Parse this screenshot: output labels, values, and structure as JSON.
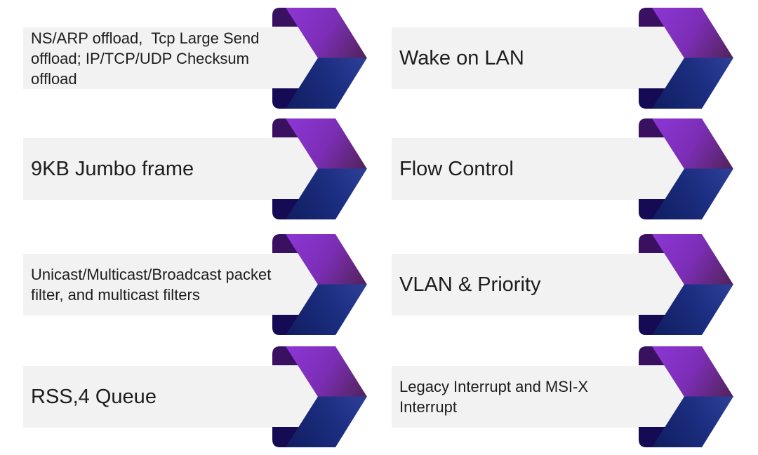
{
  "slide": {
    "background": "#ffffff",
    "bar_color": "#f2f2f2",
    "text_color": "#1d1d1d"
  },
  "arrow_icon": {
    "name": "chevron-ribbon-arrow",
    "fold_top_color": "#3a1160",
    "fold_bottom_color": "#150b55",
    "purple_gradient": [
      "#8d36d6",
      "#7c2eb6",
      "#512257"
    ],
    "navy_gradient": [
      "#101d60",
      "#1b2d7f",
      "#2e3f99"
    ]
  },
  "items": [
    {
      "label": "NS/ARP offload,  Tcp Large Send offload; IP/TCP/UDP Checksum offload",
      "column": "left",
      "row": 1
    },
    {
      "label": "Wake on LAN",
      "column": "right",
      "row": 1
    },
    {
      "label": "9KB Jumbo frame",
      "column": "left",
      "row": 2
    },
    {
      "label": "Flow Control",
      "column": "right",
      "row": 2
    },
    {
      "label": "Unicast/Multicast/Broadcast packet filter, and multicast filters",
      "column": "left",
      "row": 3
    },
    {
      "label": "VLAN & Priority",
      "column": "right",
      "row": 3
    },
    {
      "label": "RSS,4 Queue",
      "column": "left",
      "row": 4
    },
    {
      "label": "Legacy Interrupt and MSI-X Interrupt",
      "column": "right",
      "row": 4
    }
  ]
}
